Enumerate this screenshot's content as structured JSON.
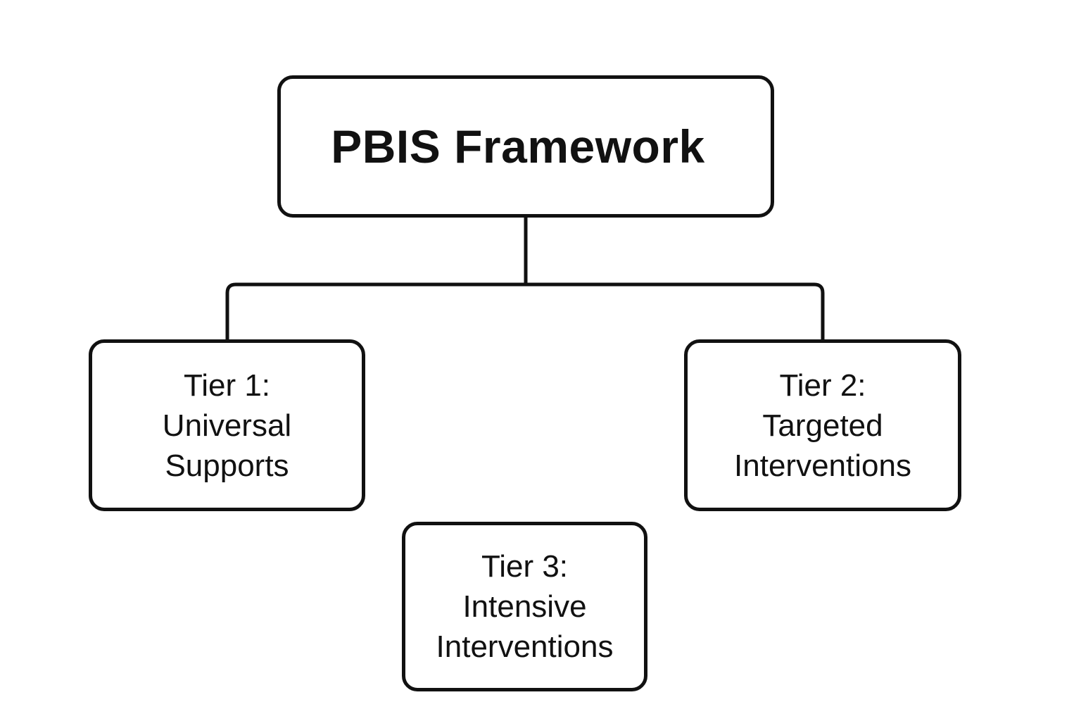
{
  "diagram": {
    "root": {
      "title": "PBIS Framework"
    },
    "tiers": [
      {
        "heading": "Tier 1:",
        "line1": "Universal",
        "line2": "Supports"
      },
      {
        "heading": "Tier 2:",
        "line1": "Targeted",
        "line2": "Interventions"
      },
      {
        "heading": "Tier 3:",
        "line1": "Intensive",
        "line2": "Interventions"
      }
    ],
    "colors": {
      "stroke": "#111111",
      "background": "#ffffff",
      "text": "#111111"
    }
  }
}
